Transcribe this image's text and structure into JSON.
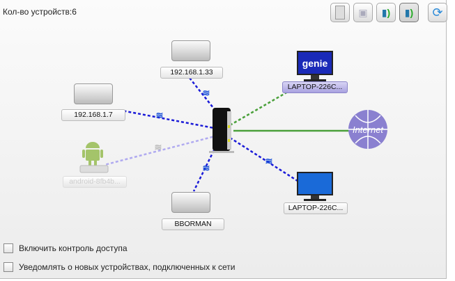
{
  "header": {
    "device_count": "Кол-во устройств:6"
  },
  "toolbar": [
    {
      "icon": "router-icon"
    },
    {
      "icon": "devices-icon"
    },
    {
      "icon": "wireless-device-icon"
    },
    {
      "icon": "wireless-device-selected-icon"
    },
    {
      "icon": "refresh-icon"
    }
  ],
  "devices": [
    {
      "label": "192.168.1.33",
      "type": "mac-mini"
    },
    {
      "label": "192.168.1.7",
      "type": "mac-mini"
    },
    {
      "label": "android-8fb4b...",
      "type": "android",
      "status": "offline"
    },
    {
      "label": "BBORMAN",
      "type": "mac-mini"
    },
    {
      "label": "LAPTOP-226C...",
      "type": "genie-laptop",
      "selected": true
    },
    {
      "label": "LAPTOP-226C...",
      "type": "monitor"
    }
  ],
  "internet": {
    "label": "Internet"
  },
  "options": [
    {
      "label": "Включить контроль доступа",
      "checked": false
    },
    {
      "label": "Уведомлять о новых устройствах, подключенных к сети",
      "checked": false
    }
  ],
  "colors": {
    "wireless": "#1a1ad8",
    "wired": "#4aa03a",
    "offline": "#b0aaf0"
  }
}
